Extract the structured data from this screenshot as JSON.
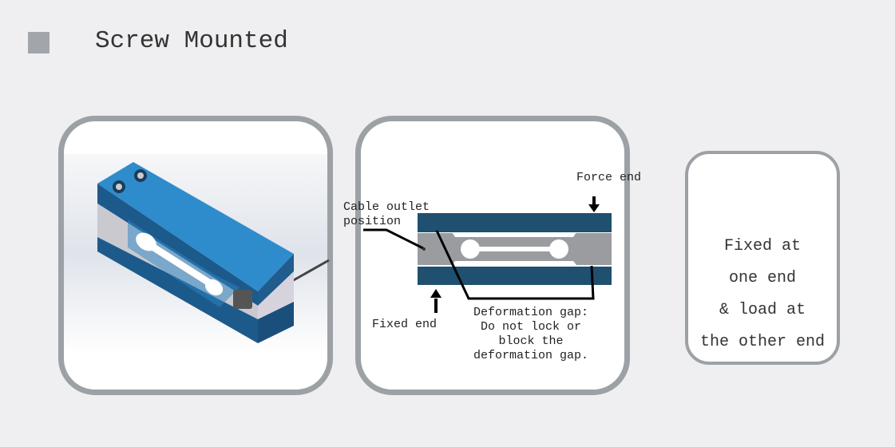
{
  "header": {
    "title": "Screw Mounted"
  },
  "diagram": {
    "force_end": "Force end",
    "cable_outlet": [
      "Cable outlet",
      "position"
    ],
    "fixed_end": "Fixed end",
    "deformation_gap": [
      "Deformation gap:",
      "Do not lock or",
      "block the",
      "deformation gap."
    ]
  },
  "note": {
    "lines": [
      "Fixed at",
      "one end",
      "& load at",
      "the other end"
    ]
  },
  "colors": {
    "dark_blue": "#1f5070",
    "gray": "#9a9ca0",
    "bright_blue": "#2b86c6",
    "border": "#9ca1a6"
  }
}
